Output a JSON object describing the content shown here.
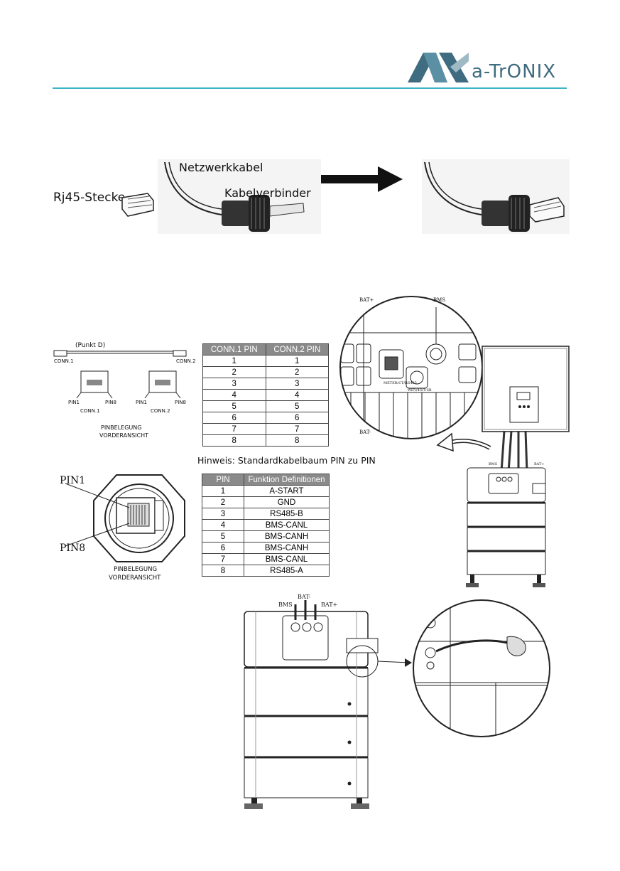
{
  "header": {
    "logo_text": "a-TrONIX",
    "logo_mark": "AX"
  },
  "cable_illustration": {
    "plug_label": "Rj45-Stecke",
    "cable_label": "Netzwerkkabel",
    "connector_label": "Kabelverbinder"
  },
  "cable_diagram": {
    "point_label": "(Punkt D)",
    "conn1": "CONN.1",
    "conn2": "CONN.2",
    "pin1": "PIN1",
    "pin8": "PIN8",
    "caption_line1": "PINBELEGUNG",
    "caption_line2": "VORDERANSICHT"
  },
  "conn_table": {
    "headers": [
      "CONN.1 PIN",
      "CONN.2 PIN"
    ],
    "rows": [
      [
        "1",
        "1"
      ],
      [
        "2",
        "2"
      ],
      [
        "3",
        "3"
      ],
      [
        "4",
        "4"
      ],
      [
        "5",
        "5"
      ],
      [
        "6",
        "6"
      ],
      [
        "7",
        "7"
      ],
      [
        "8",
        "8"
      ]
    ]
  },
  "hint": "Hinweis: Standardkabelbaum PIN zu PIN",
  "socket_diagram": {
    "pin1": "PIN1",
    "pin8": "PIN8",
    "caption_line1": "PINBELEGUNG",
    "caption_line2": "VORDERANSICHT"
  },
  "function_table": {
    "headers": [
      "PIN",
      "Funktion Definitionen"
    ],
    "rows": [
      [
        "1",
        "A-START"
      ],
      [
        "2",
        "GND"
      ],
      [
        "3",
        "RS485-B"
      ],
      [
        "4",
        "BMS-CANL"
      ],
      [
        "5",
        "BMS-CANH"
      ],
      [
        "6",
        "BMS-CANH"
      ],
      [
        "7",
        "BMS-CANL"
      ],
      [
        "8",
        "RS485-A"
      ]
    ]
  },
  "inverter_detail": {
    "bat_plus": "BAT+",
    "bat_minus": "BAT-",
    "bms": "BMS",
    "meter": "METER/CT/RS485",
    "wifi": "WiFi/4G/USB"
  },
  "battery_stack": {
    "bms": "BMS",
    "bat_minus": "BAT-",
    "bat_plus": "BAT+"
  }
}
